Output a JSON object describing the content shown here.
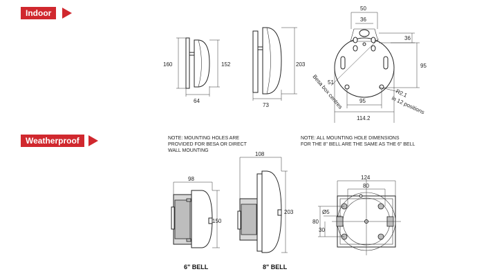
{
  "sections": {
    "indoor": {
      "label": "Indoor"
    },
    "weatherproof": {
      "label": "Weatherproof"
    }
  },
  "notes": {
    "mounting_holes": "NOTE: MOUNTING HOLES ARE\nPROVIDED FOR BESA OR DIRECT\nWALL MOUNTING",
    "hole_dimensions": "NOTE: ALL MOUNTING HOLE DIMENSIONS\nFOR THE 8\" BELL ARE THE SAME AS THE 6\" BELL"
  },
  "captions": {
    "bell_6": "6\" BELL",
    "bell_8": "8\" BELL"
  },
  "indoor_dims": {
    "side6_height": "160",
    "side6_bell": "152",
    "side6_depth": "64",
    "side8_height": "203",
    "side8_depth": "73",
    "front_top": "50",
    "front_inner": "36",
    "front_right": "36",
    "front_height": "95",
    "front_hole_span": "95",
    "front_overall": "114.2",
    "front_besa": "51",
    "front_besa_label": "Besa box centres",
    "front_radius": "R2.1",
    "front_positions": "in 12 positions"
  },
  "weather_dims": {
    "w6_depth": "98",
    "w6_height": "150",
    "w8_depth": "108",
    "w8_height": "203",
    "box_width": "124",
    "box_inner": "80",
    "box_hole": "Ø5",
    "box_v1": "80",
    "box_v2": "30"
  },
  "colors": {
    "accent": "#d0282e"
  }
}
